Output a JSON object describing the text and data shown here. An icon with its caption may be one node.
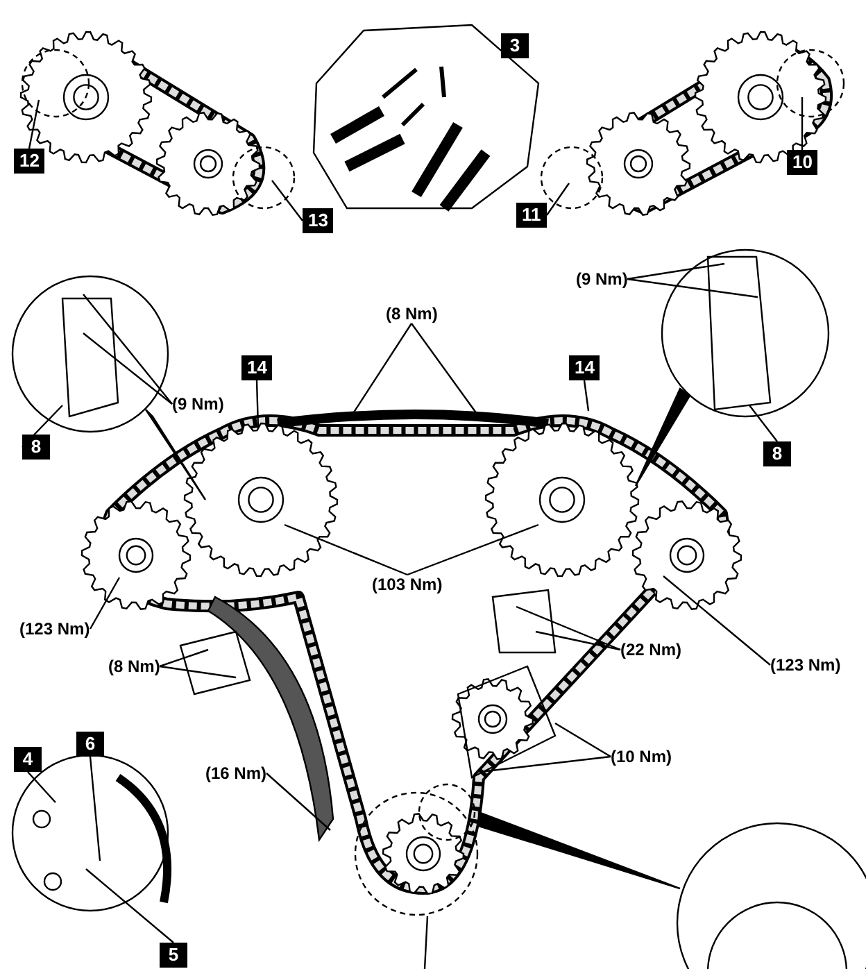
{
  "diagram": {
    "nodes": [
      {
        "text": [
          "12"
        ]
      },
      {
        "text": [
          "13"
        ]
      },
      {
        "text": [
          "11"
        ]
      },
      {
        "text": [
          "10"
        ]
      },
      {
        "text": [
          "(9 Nm)"
        ]
      },
      {
        "text": [
          "8"
        ]
      },
      {
        "text": [
          "(8 Nm)"
        ]
      },
      {
        "text": [
          "14"
        ]
      },
      {
        "text": [
          "14"
        ]
      },
      {
        "text": [
          "(9 Nm)"
        ]
      },
      {
        "text": [
          "8"
        ]
      },
      {
        "text": [
          "(123 Nm)"
        ]
      },
      {
        "text": [
          "(103 Nm)"
        ]
      },
      {
        "text": [
          "(123 Nm)"
        ]
      },
      {
        "text": [
          "(22 Nm)"
        ]
      },
      {
        "text": [
          "(8 Nm)"
        ]
      },
      {
        "text": [
          "(10 Nm)"
        ]
      },
      {
        "text": [
          "(16 Nm)"
        ]
      },
      {
        "text": [
          "4"
        ]
      },
      {
        "text": [
          "6"
        ]
      },
      {
        "text": [
          "5"
        ]
      },
      {
        "text": [
          "3"
        ]
      }
    ],
    "edges": [
      {
        "from": 0,
        "to": null,
        "arrow": "none"
      },
      {
        "from": 1,
        "to": null,
        "arrow": "none"
      },
      {
        "from": 2,
        "to": null,
        "arrow": "none"
      },
      {
        "from": 3,
        "to": null,
        "arrow": "none"
      },
      {
        "from": 4,
        "to": null,
        "arrow": "none"
      },
      {
        "from": 4,
        "to": null,
        "arrow": "none"
      },
      {
        "from": 5,
        "to": null,
        "arrow": "none"
      },
      {
        "from": 6,
        "to": null,
        "arrow": "none"
      },
      {
        "from": 6,
        "to": null,
        "arrow": "none"
      },
      {
        "from": 7,
        "to": null,
        "arrow": "none"
      },
      {
        "from": 8,
        "to": null,
        "arrow": "none"
      },
      {
        "from": 9,
        "to": null,
        "arrow": "none"
      },
      {
        "from": 9,
        "to": null,
        "arrow": "none"
      },
      {
        "from": 10,
        "to": null,
        "arrow": "none"
      },
      {
        "from": 11,
        "to": null,
        "arrow": "none"
      },
      {
        "from": 12,
        "to": null,
        "arrow": "none"
      },
      {
        "from": 12,
        "to": null,
        "arrow": "none"
      },
      {
        "from": 13,
        "to": null,
        "arrow": "none"
      },
      {
        "from": 14,
        "to": null,
        "arrow": "none"
      },
      {
        "from": 14,
        "to": null,
        "arrow": "none"
      },
      {
        "from": 15,
        "to": null,
        "arrow": "none"
      },
      {
        "from": 15,
        "to": null,
        "arrow": "none"
      },
      {
        "from": 16,
        "to": null,
        "arrow": "none"
      },
      {
        "from": 16,
        "to": null,
        "arrow": "none"
      },
      {
        "from": 17,
        "to": null,
        "arrow": "none"
      },
      {
        "from": 18,
        "to": null,
        "arrow": "none"
      },
      {
        "from": 19,
        "to": null,
        "arrow": "none"
      },
      {
        "from": 20,
        "to": null,
        "arrow": "none"
      }
    ]
  }
}
